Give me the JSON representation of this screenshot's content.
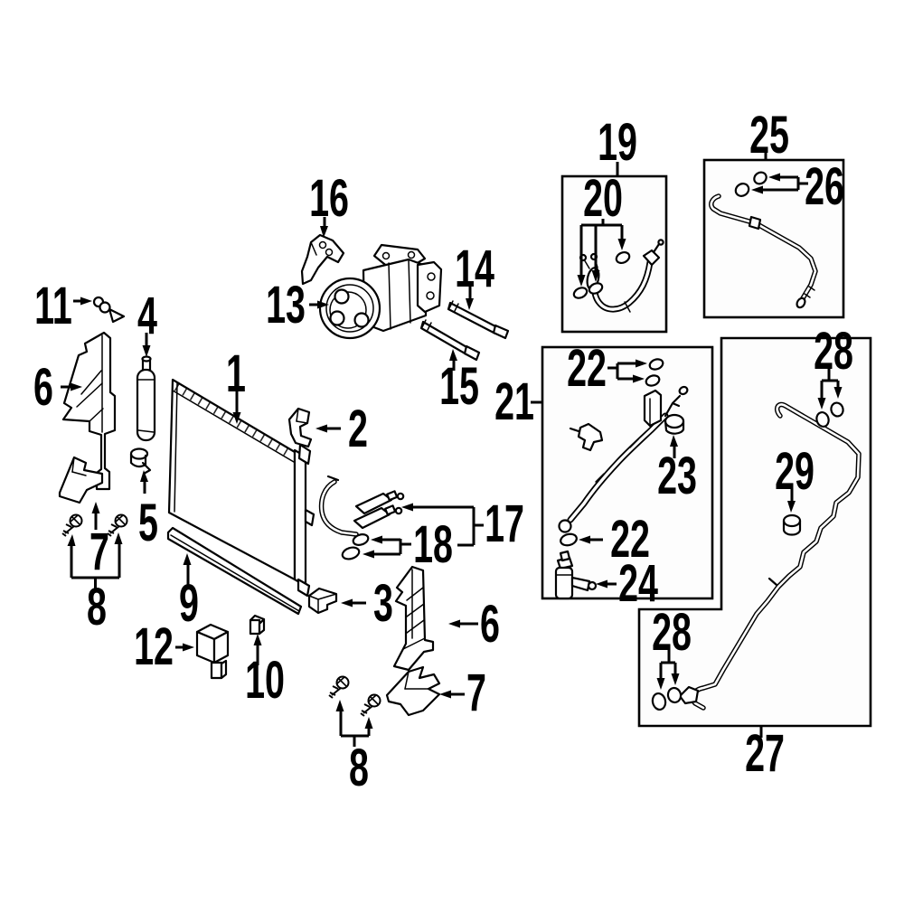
{
  "figure": {
    "background": "#ffffff",
    "line_color": "#000000",
    "highlight_color": "#3d5fa8",
    "description_icons": [
      "arrow-icon",
      "detail-box"
    ]
  },
  "callouts": {
    "c1": "1",
    "c2": "2",
    "c3": "3",
    "c4": "4",
    "c5": "5",
    "c6_left": "6",
    "c6_right": "6",
    "c7_left": "7",
    "c7_right": "7",
    "c8_left": "8",
    "c8_right": "8",
    "c9": "9",
    "c10": "10",
    "c11": "11",
    "c12": "12",
    "c13": "13",
    "c14": "14",
    "c15": "15",
    "c16": "16",
    "c17": "17",
    "c18": "18",
    "c19": "19",
    "c20": "20",
    "c21": "21",
    "c22_top": "22",
    "c22_bottom": "22",
    "c23": "23",
    "c24": "24",
    "c25": "25",
    "c26": "26",
    "c27": "27",
    "c28_top": "28",
    "c28_bottom": "28",
    "c29": "29"
  }
}
